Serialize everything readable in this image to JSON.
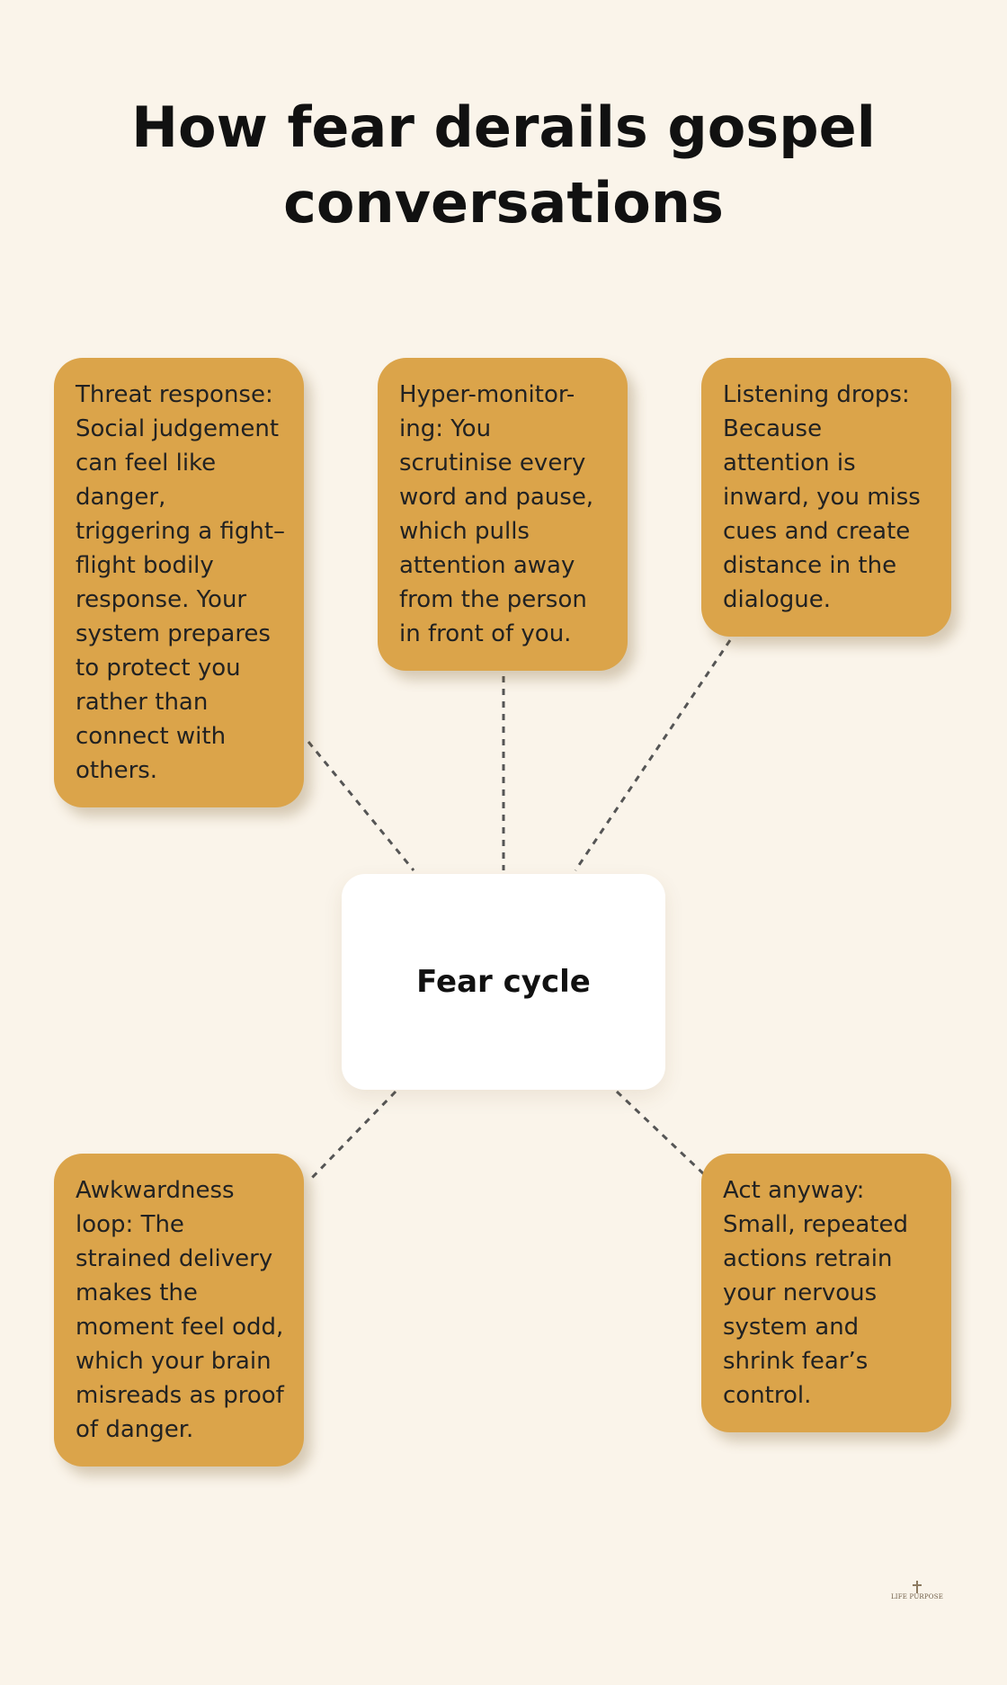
{
  "title": "How fear derails gospel conversations",
  "center": {
    "label": "Fear cycle"
  },
  "nodes": [
    {
      "text": "Threat response: Social judgement can feel like danger, triggering a fight–flight bodily response. Your system prepares to protect you rather than connect with others."
    },
    {
      "text": "Hyper-monitor-ing: You scrutinise every word and pause, which pulls attention away from the person in front of you."
    },
    {
      "text": "Listening drops: Because attention is inward, you miss cues and create distance in the dialogue."
    },
    {
      "text": "Awkwardness loop: The strained delivery makes the moment feel odd, which your brain misreads as proof of danger."
    },
    {
      "text": "Act anyway: Small, repeated actions retrain your nervous system and shrink fear’s control."
    }
  ],
  "colors": {
    "background": "#faf4ea",
    "node_fill": "#dba44a",
    "center_fill": "#ffffff",
    "connector": "#555555"
  },
  "logo": {
    "text": "LIFE PURPOSE"
  }
}
